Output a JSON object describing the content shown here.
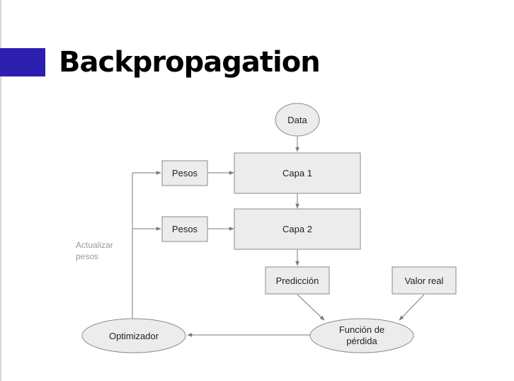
{
  "slide": {
    "title": "Backpropagation",
    "accent_color": "#2d1fb0"
  },
  "diagram": {
    "nodes": {
      "data": "Data",
      "capa1": "Capa 1",
      "capa2": "Capa 2",
      "pesos1": "Pesos",
      "pesos2": "Pesos",
      "prediccion": "Predicción",
      "valor_real": "Valor real",
      "funcion_line1": "Función de",
      "funcion_line2": "pérdida",
      "optimizador": "Optimizador"
    },
    "side_label_line1": "Actualizar",
    "side_label_line2": "pesos",
    "node_fill": "#ececec",
    "node_stroke": "#8a8a8a",
    "edge_color": "#7a7a7a"
  }
}
